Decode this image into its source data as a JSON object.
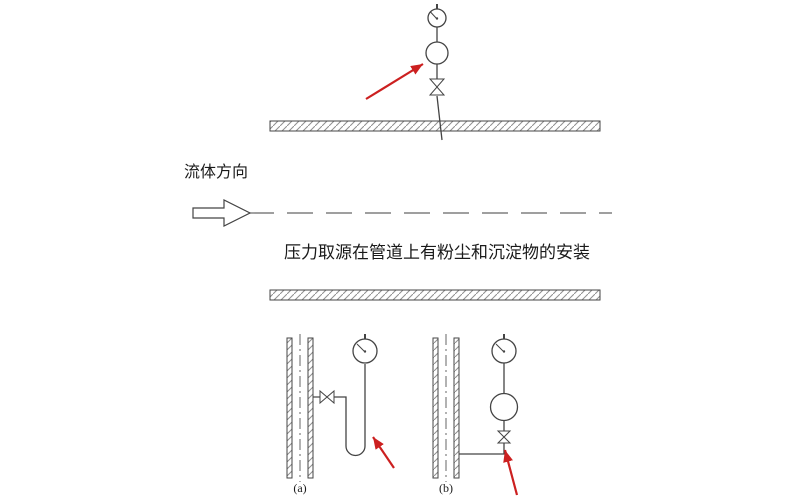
{
  "diagram": {
    "main": {
      "fluid_direction_label": "流体方向",
      "caption": "压力取源在管道上有粉尘和沉淀物的安装"
    },
    "sub_figures": [
      {
        "label": "(a)"
      },
      {
        "label": "(b)"
      }
    ],
    "icons": {
      "gauge": "pressure-gauge-icon",
      "valve": "shutoff-valve-icon",
      "siphon_ring": "siphon-ring-icon",
      "u_siphon": "u-siphon-icon",
      "condenser_ring": "condenser-ring-icon",
      "flow_arrow": "flow-direction-arrow",
      "pointer": "red-pointer-arrow"
    },
    "colors": {
      "line": "#444444",
      "centerline": "#666666",
      "hatch": "#8f8f8f",
      "highlight": "#cc2020",
      "background": "#ffffff",
      "text": "#1a1a1a"
    }
  }
}
